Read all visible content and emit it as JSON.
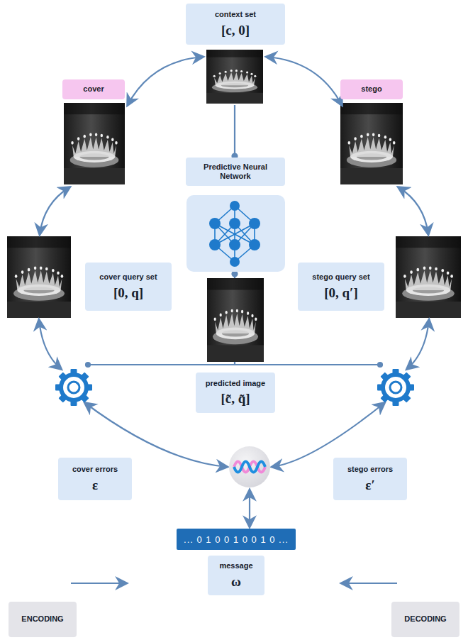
{
  "diagram": {
    "nodes": [
      {
        "text": [
          "context set",
          "[c, 0]"
        ]
      },
      {
        "text": [
          "cover"
        ]
      },
      {
        "text": [
          "stego"
        ]
      },
      {
        "text": [
          "Predictive Neural Network"
        ]
      },
      {
        "text": [
          "cover query set",
          "[0, q]"
        ]
      },
      {
        "text": [
          "stego query set",
          "[0, q′]"
        ]
      },
      {
        "text": [
          "predicted image",
          "[c̃, q̃]"
        ]
      },
      {
        "text": [
          "cover errors",
          "ε"
        ]
      },
      {
        "text": [
          "stego errors",
          "ε′"
        ]
      },
      {
        "text": [
          "... 0 1 0 0 1 0 0 1 0 ..."
        ]
      },
      {
        "text": [
          "message",
          "ω"
        ]
      },
      {
        "text": [
          "ENCODING"
        ]
      },
      {
        "text": [
          "DECODING"
        ]
      }
    ]
  }
}
